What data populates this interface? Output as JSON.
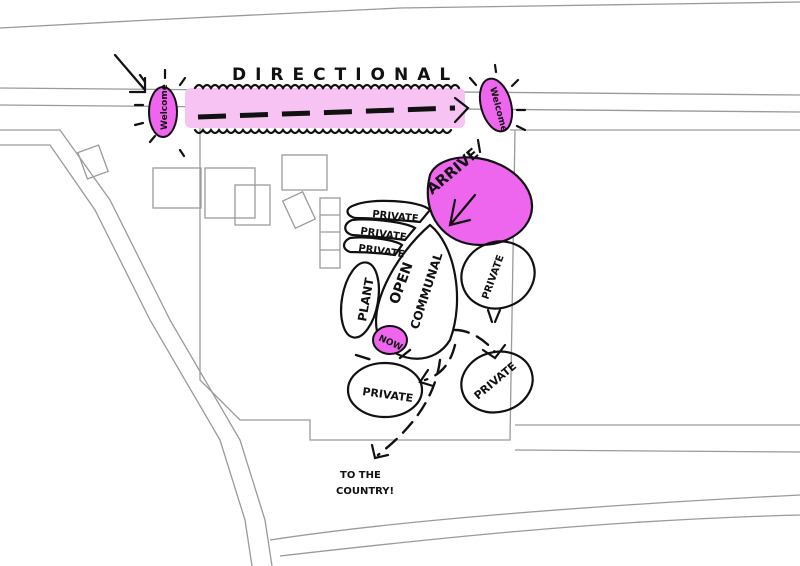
{
  "labels": {
    "directional": "DIRECTIONAL",
    "welcome_left": "Welcome",
    "welcome_right": "Welcome",
    "arrive": "ARRIVE",
    "private_1": "PRIVATE",
    "private_2": "PRIVATE",
    "private_3": "PRIVATE",
    "private_right": "PRIVATE",
    "private_bottom_left": "PRIVATE",
    "private_bottom_right": "PRIVATE",
    "plant": "PLANT",
    "open": "OPEN",
    "communal": "COMMUNAL",
    "now": "NOW",
    "to_the": "TO THE",
    "country": "COUNTRY!"
  },
  "colors": {
    "accent": "#ee66ee",
    "accent_light": "#f7c3f3",
    "ink": "#111111",
    "base_map": "#9a9a9a"
  }
}
